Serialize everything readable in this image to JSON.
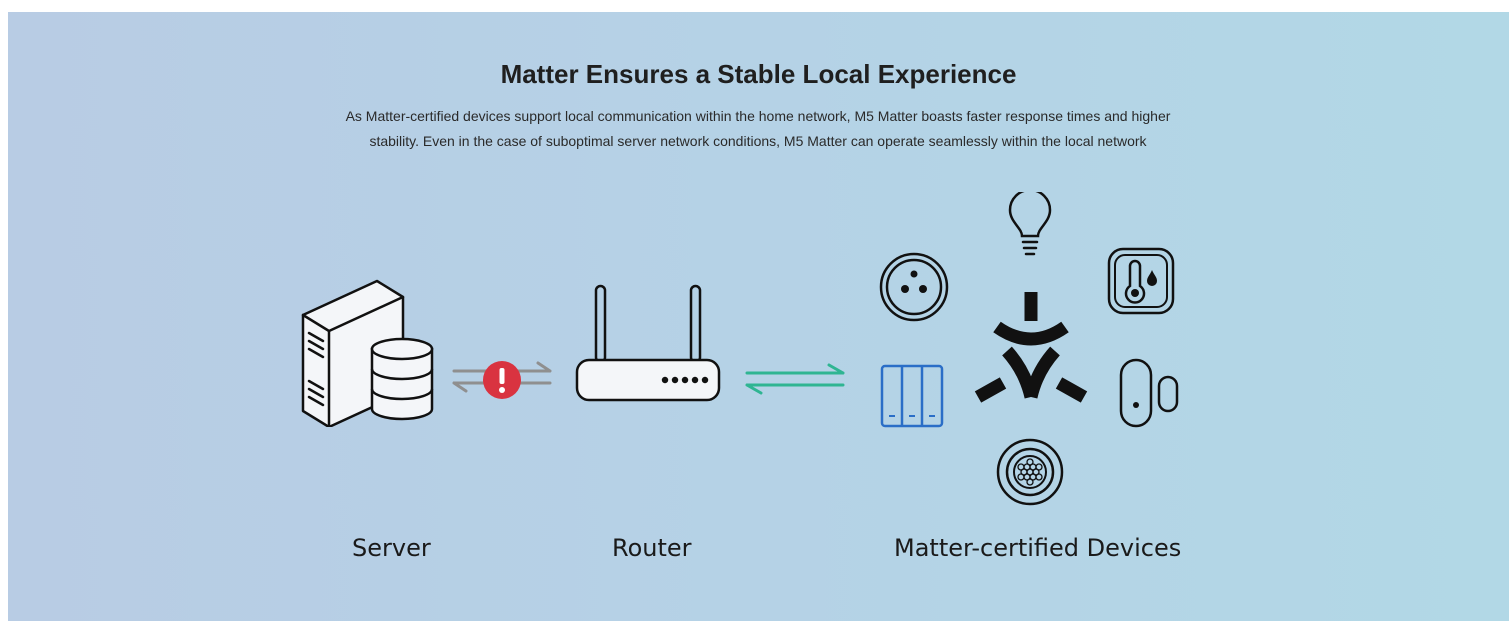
{
  "header": {
    "title": "Matter Ensures a Stable Local Experience",
    "description_line1": "As Matter-certified devices support local communication within the home network, M5 Matter boasts faster response times and higher",
    "description_line2": "stability. Even in the case of suboptimal server network conditions, M5 Matter can operate seamlessly within the local network"
  },
  "labels": {
    "server": "Server",
    "router": "Router",
    "devices": "Matter-certified Devices"
  },
  "icons": [
    "server-icon",
    "database-icon",
    "error-icon",
    "router-icon",
    "sync-arrows-icon",
    "light-bulb-icon",
    "socket-icon",
    "thermometer-humidity-icon",
    "matter-logo-icon",
    "wall-switch-icon",
    "door-sensor-icon",
    "motion-sensor-icon"
  ],
  "colors": {
    "error": "#d93340",
    "connection_ok": "#2fb592",
    "connection_broken": "#8f8f8f",
    "switch_outline": "#2a6ec7"
  }
}
